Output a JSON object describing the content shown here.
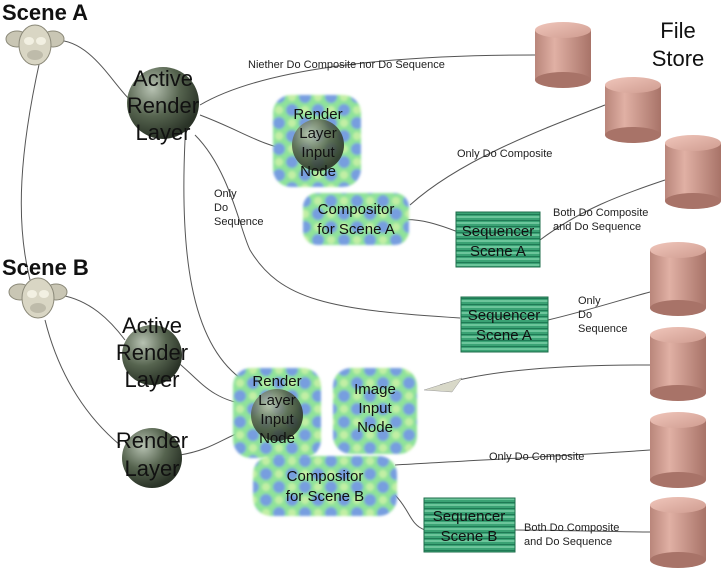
{
  "scenes": {
    "a": {
      "label": "Scene A"
    },
    "b": {
      "label": "Scene B"
    }
  },
  "render_layers": {
    "a_active": [
      "Active",
      "Render",
      "Layer"
    ],
    "b_active": [
      "Active",
      "Render",
      "Layer"
    ],
    "b_plain": [
      "Render",
      "Layer"
    ]
  },
  "nodes": {
    "rl_input_a": [
      "Render",
      "Layer",
      "Input",
      "Node"
    ],
    "compositor_a": [
      "Compositor",
      "for Scene A"
    ],
    "sequencer_a1": [
      "Sequencer",
      "Scene A"
    ],
    "sequencer_a2": [
      "Sequencer",
      "Scene A"
    ],
    "rl_input_b": [
      "Render",
      "Layer",
      "Input",
      "Node"
    ],
    "image_input_b": [
      "Image",
      "Input",
      "Node"
    ],
    "compositor_b": [
      "Compositor",
      "for Scene B"
    ],
    "sequencer_b": [
      "Sequencer",
      "Scene B"
    ]
  },
  "file_store": [
    "File",
    "Store"
  ],
  "edge_labels": {
    "neither": "Niether Do Composite nor Do Sequence",
    "only_composite_a": "Only Do Composite",
    "only_sequence_a": [
      "Only",
      "Do",
      "Sequence"
    ],
    "both_a": [
      "Both Do Composite",
      "and Do Sequence"
    ],
    "only_sequence_a2": [
      "Only",
      "Do",
      "Sequence"
    ],
    "only_composite_b": "Only Do Composite",
    "both_b": [
      "Both Do Composite",
      "and Do Sequence"
    ]
  },
  "colors": {
    "sphere": "#4e5d4b",
    "cylinder": "#c9958a",
    "sequencer": "#2f9a6c",
    "blob_green": "#7fdc8f",
    "blob_blue": "#6d7ff0"
  }
}
